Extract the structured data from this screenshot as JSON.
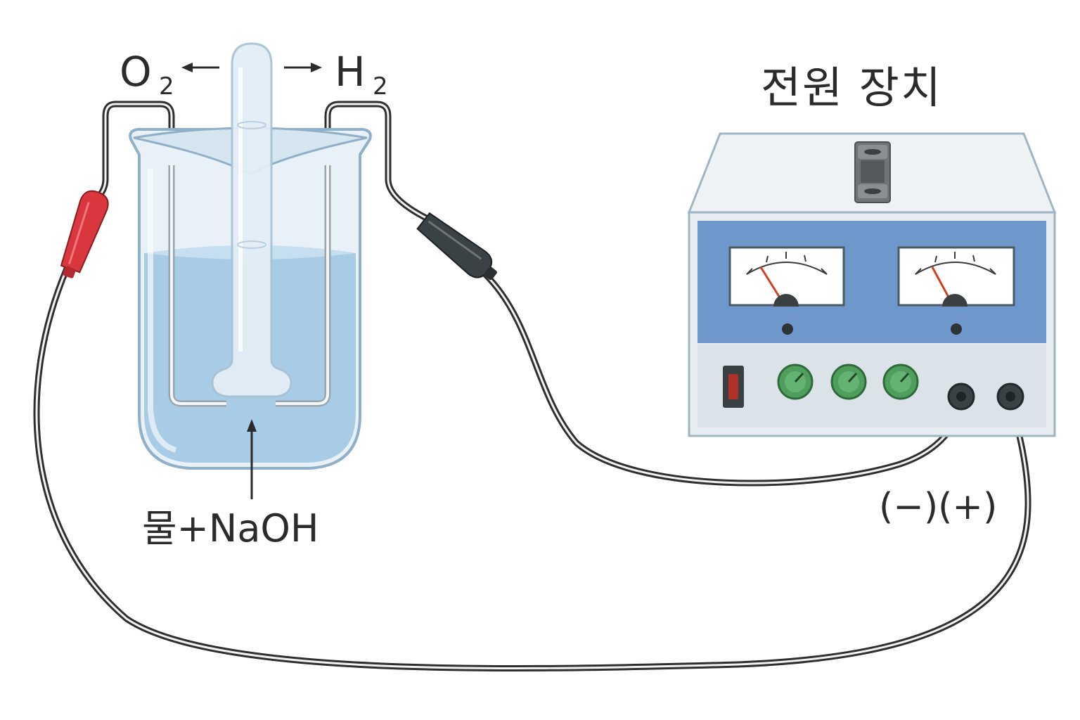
{
  "labels": {
    "oxygen_main": "O",
    "oxygen_sub": "2",
    "hydrogen_main": "H",
    "hydrogen_sub": "2",
    "power_supply": "전원 장치",
    "solution": "물+NaOH",
    "polarity": "(−)(+)"
  },
  "colors": {
    "water": "#a9cce6",
    "glass": "#dbe9f3",
    "glass_edge": "#8fb0c8",
    "panel_blue": "#6e97cc",
    "case": "#e6ecf0",
    "red_clip": "#d9363e",
    "black_clip": "#3b4245",
    "knob": "#4f9e5e",
    "needle": "#d2401f"
  },
  "icons": {
    "anode_clip": "red-alligator-clip-icon",
    "cathode_clip": "black-alligator-clip-icon"
  }
}
